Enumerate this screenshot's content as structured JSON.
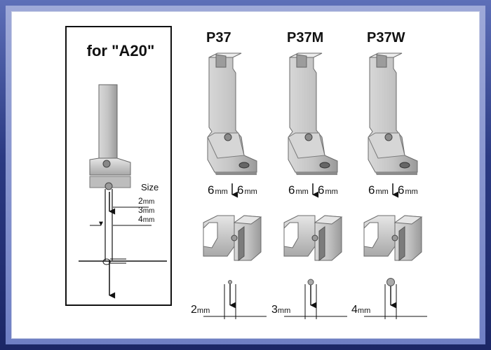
{
  "left_panel": {
    "title": "for \"A20\"",
    "size_label": "Size",
    "sizes": [
      "2",
      "3",
      "4"
    ],
    "unit": "mm"
  },
  "feet": [
    {
      "model": "P37",
      "step_left": "6",
      "step_right": "6",
      "unit": "mm",
      "gauge": "2"
    },
    {
      "model": "P37M",
      "step_left": "6",
      "step_right": "6",
      "unit": "mm",
      "gauge": "3"
    },
    {
      "model": "P37W",
      "step_left": "6",
      "step_right": "6",
      "unit": "mm",
      "gauge": "4"
    }
  ],
  "colors": {
    "frame": "#2e3f86",
    "frame_light": "#8f9bd2",
    "metal_light": "#e4e4e4",
    "metal_mid": "#b9b9b9",
    "metal_dark": "#7d7d7d"
  }
}
